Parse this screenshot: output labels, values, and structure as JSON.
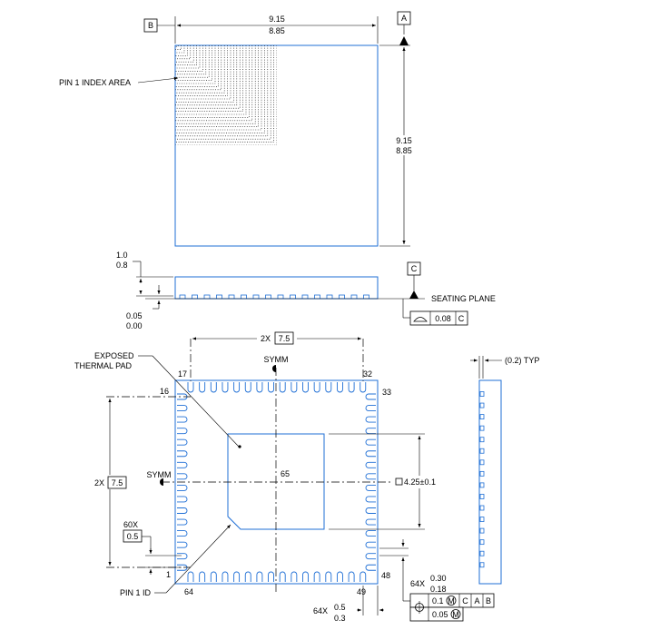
{
  "top_view": {
    "datum_b": "B",
    "datum_a": "A",
    "width_max": "9.15",
    "width_min": "8.85",
    "height_max": "9.15",
    "height_min": "8.85",
    "pin1_index_area": "PIN 1 INDEX AREA"
  },
  "side_view": {
    "height_max": "1.0",
    "height_min": "0.8",
    "standoff_max": "0.05",
    "standoff_min": "0.00",
    "datum_c": "C",
    "seating_plane": "SEATING PLANE",
    "flatness_value": "0.08",
    "flatness_datum": "C"
  },
  "bottom_view": {
    "exposed_pad_line1": "EXPOSED",
    "exposed_pad_line2": "THERMAL PAD",
    "pitch_span_prefix": "2X",
    "pitch_span_value": "7.5",
    "symm_top": "SYMM",
    "symm_left": "SYMM",
    "pin_17": "17",
    "pin_32": "32",
    "pin_16": "16",
    "pin_33": "33",
    "pin_1": "1",
    "pin_64": "64",
    "pin_49": "49",
    "pin_48": "48",
    "pad_number": "65",
    "pad_size": "4.25±0.1",
    "pitch_prefix": "60X",
    "pitch_value": "0.5",
    "pin1_id": "PIN 1 ID",
    "lead_len_prefix": "64X",
    "lead_len_max": "0.5",
    "lead_len_min": "0.3",
    "lead_w_prefix": "64X",
    "lead_w_max": "0.30",
    "lead_w_min": "0.18",
    "tol1_value": "0.1",
    "tol1_datum_c": "C",
    "tol1_datum_a": "A",
    "tol1_datum_b": "B",
    "tol2_value": "0.05"
  },
  "edge_view": {
    "typ_label": "(0.2) TYP"
  }
}
